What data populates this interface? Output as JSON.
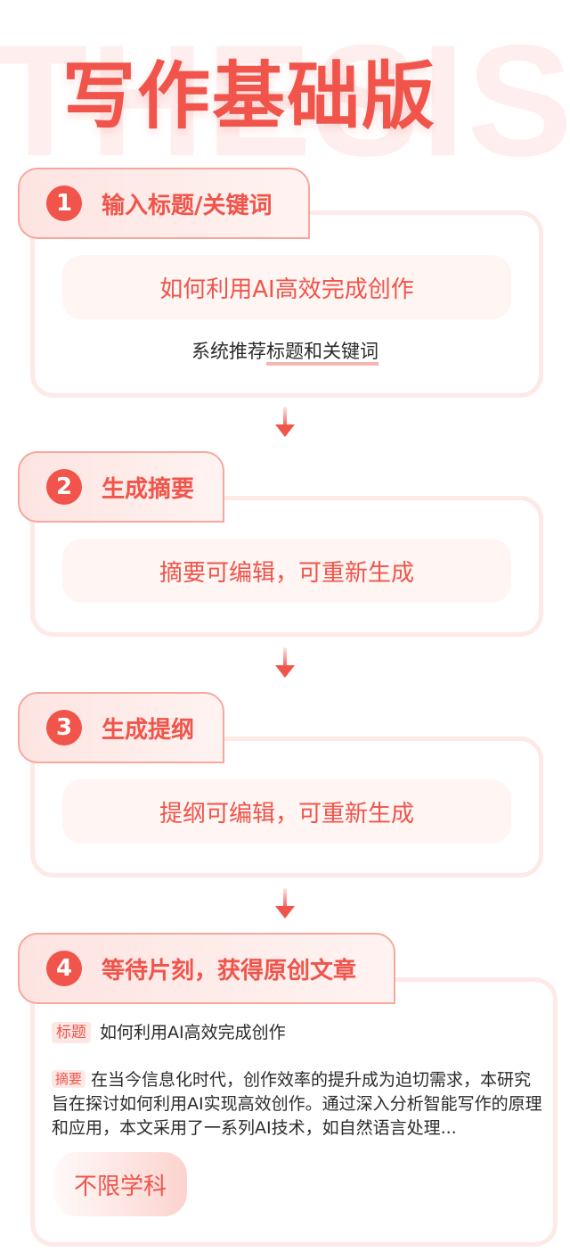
{
  "background_word": "THESIS",
  "title": "写作基础版",
  "colors": {
    "accent": "#f0544a",
    "accent_light": "#fde4e1",
    "card_border": "#fde9e6"
  },
  "steps": [
    {
      "number": "1",
      "label": "输入标题/关键词",
      "content": "如何利用AI高效完成创作",
      "hint_pre": "系统推荐",
      "hint_em": "标题和关键词"
    },
    {
      "number": "2",
      "label": "生成摘要",
      "content": "摘要可编辑，可重新生成"
    },
    {
      "number": "3",
      "label": "生成提纲",
      "content": "提纲可编辑，可重新生成"
    },
    {
      "number": "4",
      "label": "等待片刻，获得原创文章"
    }
  ],
  "result": {
    "title_tag": "标题",
    "title_text": "如何利用AI高效完成创作",
    "abstract_tag": "摘要",
    "abstract_text": "在当今信息化时代，创作效率的提升成为迫切需求，本研究旨在探讨如何利用AI实现高效创作。通过深入分析智能写作的原理和应用，本文采用了一系列AI技术，如自然语言处理...",
    "chip": "不限学科"
  }
}
